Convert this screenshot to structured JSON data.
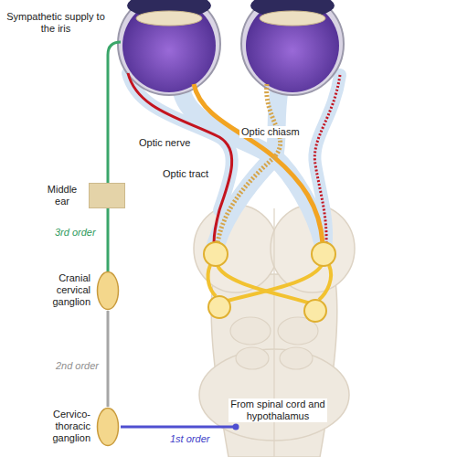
{
  "diagram": {
    "nodes": [
      {
        "text": [
          "Middle ear"
        ]
      },
      {
        "text": [
          "Cranial cervical ganglion"
        ]
      },
      {
        "text": [
          "Cervico- thoracic ganglion"
        ]
      }
    ],
    "edges": [
      {
        "from": 2,
        "to": 1,
        "arrow": "none",
        "label": "2nd order"
      }
    ],
    "labels": [
      "Sympathetic supply to the iris",
      "Optic chiasm",
      "Optic nerve",
      "Optic tract",
      "3rd order",
      "1st order",
      "From spinal cord and hypothalamus"
    ]
  }
}
